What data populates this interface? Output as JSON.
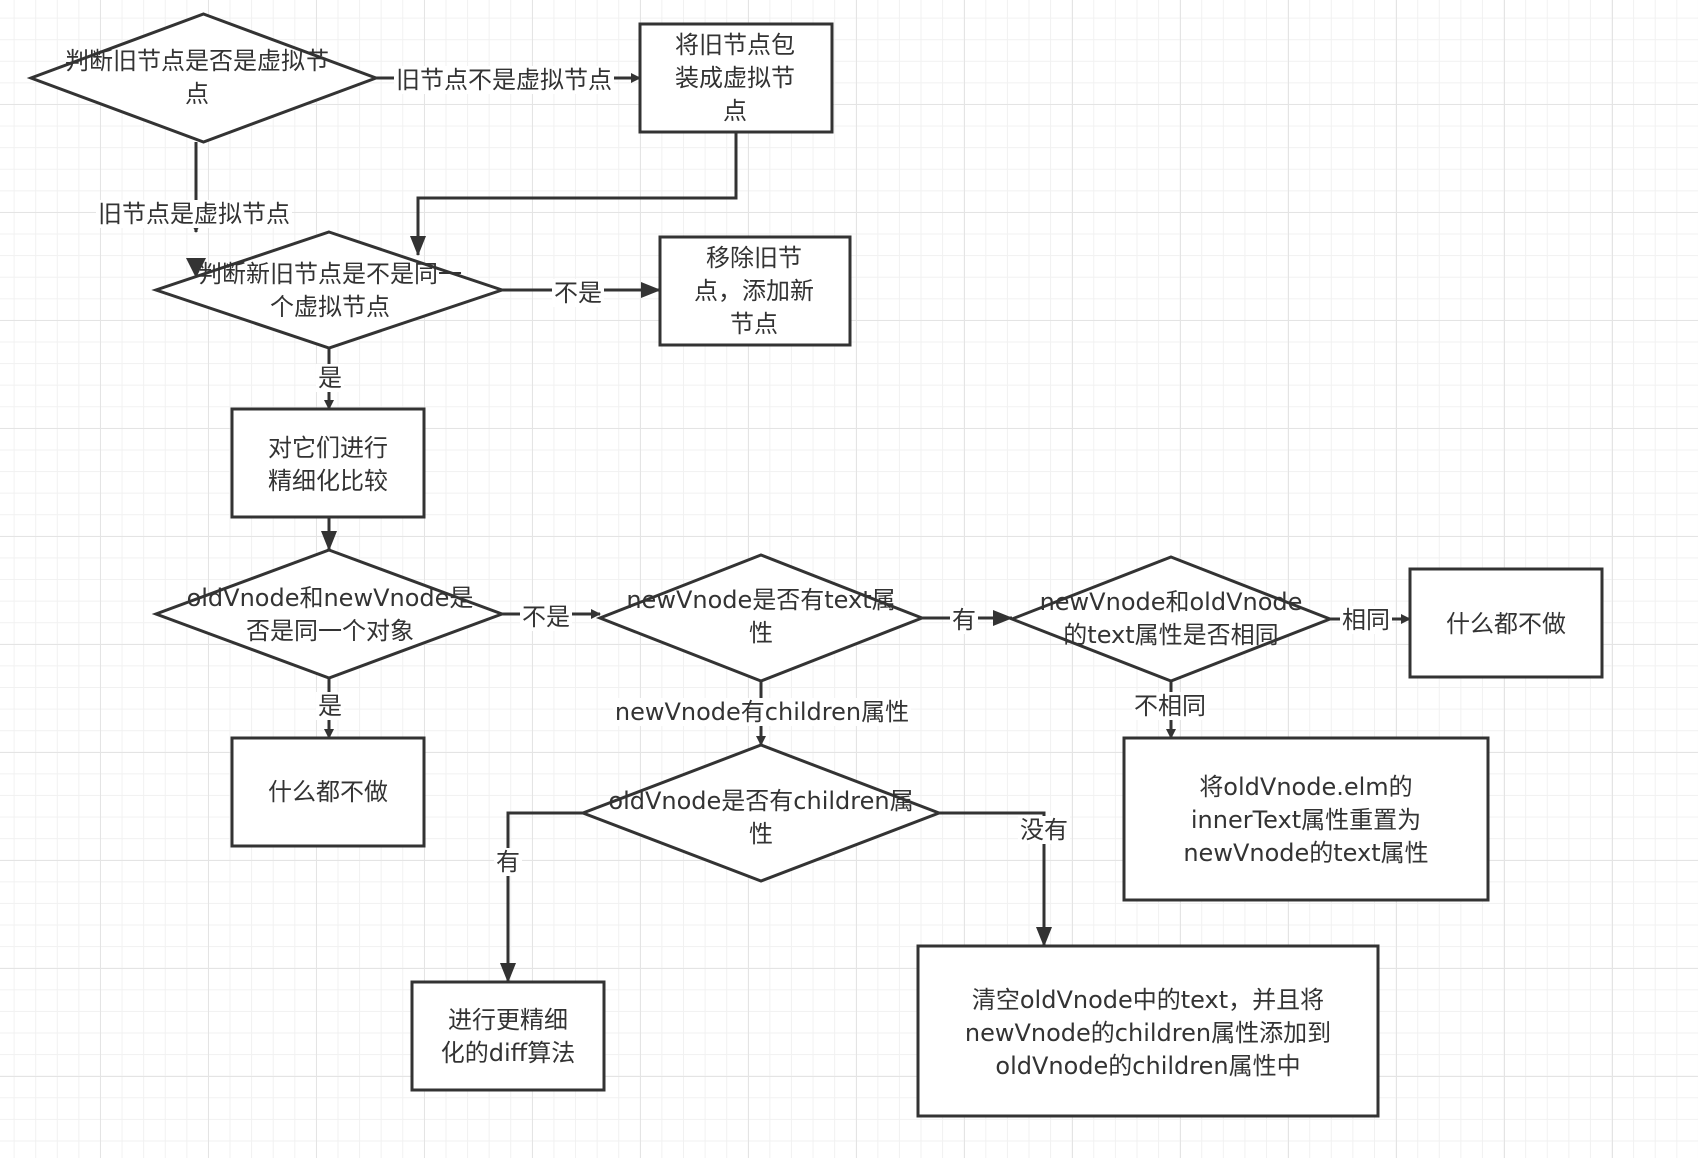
{
  "nodes": {
    "n1": {
      "type": "decision",
      "text": "判断旧节点是否是虚拟节\n点"
    },
    "n2": {
      "type": "process",
      "text": "将旧节点包\n装成虚拟节\n点"
    },
    "n3": {
      "type": "decision",
      "text": "判断新旧节点是不是同一\n个虚拟节点"
    },
    "n4": {
      "type": "process",
      "text": "移除旧节\n点，添加新\n节点"
    },
    "n5": {
      "type": "process",
      "text": "对它们进行\n精细化比较"
    },
    "n6": {
      "type": "decision",
      "text": "oldVnode和newVnode是\n否是同一个对象"
    },
    "n7": {
      "type": "process",
      "text": "什么都不做"
    },
    "n8": {
      "type": "decision",
      "text": "newVnode是否有text属\n性"
    },
    "n9": {
      "type": "decision",
      "text": "newVnode和oldVnode\n的text属性是否相同"
    },
    "n10": {
      "type": "process",
      "text": "什么都不做"
    },
    "n11": {
      "type": "process",
      "text": "将oldVnode.elm的\ninnerText属性重置为\nnewVnode的text属性"
    },
    "n12": {
      "type": "decision",
      "text": "oldVnode是否有children属\n性"
    },
    "n13": {
      "type": "process",
      "text": "进行更精细\n化的diff算法"
    },
    "n14": {
      "type": "process",
      "text": "清空oldVnode中的text，并且将\nnewVnode的children属性添加到\noldVnode的children属性中"
    }
  },
  "edges": [
    {
      "from": "n1",
      "to": "n2",
      "label": "旧节点不是虚拟节点"
    },
    {
      "from": "n1",
      "to": "n3",
      "label": "旧节点是虚拟节点"
    },
    {
      "from": "n2",
      "to": "n3",
      "label": ""
    },
    {
      "from": "n3",
      "to": "n4",
      "label": "不是"
    },
    {
      "from": "n3",
      "to": "n5",
      "label": "是"
    },
    {
      "from": "n5",
      "to": "n6",
      "label": ""
    },
    {
      "from": "n6",
      "to": "n8",
      "label": "不是"
    },
    {
      "from": "n6",
      "to": "n7",
      "label": "是"
    },
    {
      "from": "n8",
      "to": "n9",
      "label": "有"
    },
    {
      "from": "n8",
      "to": "n12",
      "label": "newVnode有children属性"
    },
    {
      "from": "n9",
      "to": "n10",
      "label": "相同"
    },
    {
      "from": "n9",
      "to": "n11",
      "label": "不相同"
    },
    {
      "from": "n12",
      "to": "n13",
      "label": "有"
    },
    {
      "from": "n12",
      "to": "n14",
      "label": "没有"
    }
  ],
  "colors": {
    "stroke": "#333333",
    "text": "#333333",
    "fill": "#ffffff"
  }
}
